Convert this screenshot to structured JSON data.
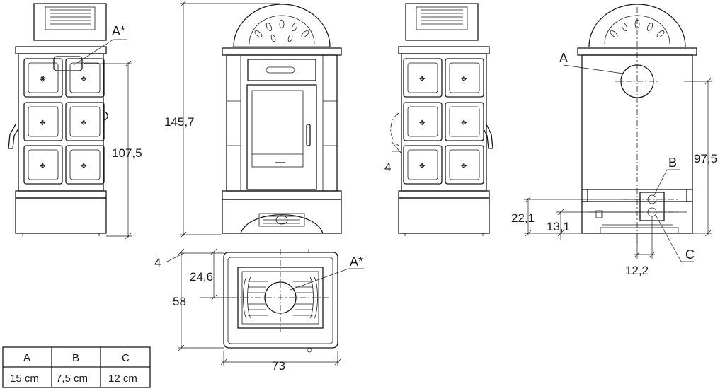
{
  "dimensions": {
    "side_height_to_outlet": "107,5",
    "total_height": "145,7",
    "side_depth_small": "4",
    "top_offset": "4",
    "top_outlet_offset": "24,6",
    "depth": "58",
    "width": "73",
    "rear_height_to_outlet": "97,5",
    "rear_inlet_b_height": "22,1",
    "rear_inlet_c_height": "13,1",
    "rear_horizontal_offset": "12,2"
  },
  "callouts": {
    "outlet_top_left": "A*",
    "outlet_top_plan": "A*",
    "rear_a": "A",
    "rear_b": "B",
    "rear_c": "C"
  },
  "legend_table": {
    "headers": [
      "A",
      "B",
      "C"
    ],
    "values": [
      "15 cm",
      "7,5 cm",
      "12 cm"
    ]
  }
}
